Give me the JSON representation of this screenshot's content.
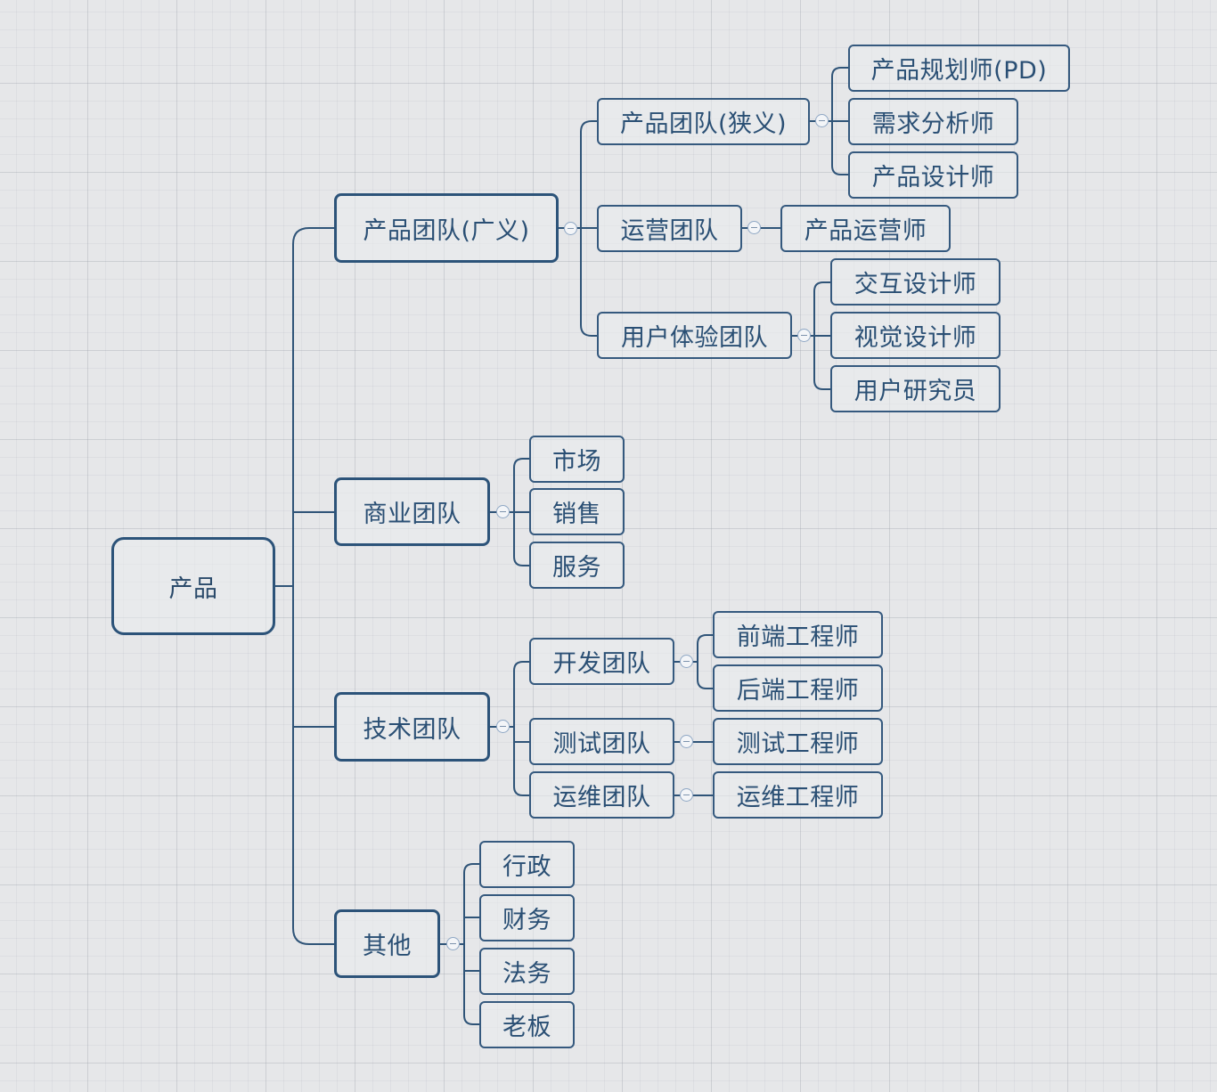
{
  "root": "产品",
  "branches": {
    "product_team": {
      "label": "产品团队(广义)",
      "narrow": {
        "label": "产品团队(狭义)",
        "children": [
          "产品规划师(PD)",
          "需求分析师",
          "产品设计师"
        ]
      },
      "ops": {
        "label": "运营团队",
        "children": [
          "产品运营师"
        ]
      },
      "ux": {
        "label": "用户体验团队",
        "children": [
          "交互设计师",
          "视觉设计师",
          "用户研究员"
        ]
      }
    },
    "business_team": {
      "label": "商业团队",
      "children": [
        "市场",
        "销售",
        "服务"
      ]
    },
    "tech_team": {
      "label": "技术团队",
      "dev": {
        "label": "开发团队",
        "children": [
          "前端工程师",
          "后端工程师"
        ]
      },
      "test": {
        "label": "测试团队",
        "children": [
          "测试工程师"
        ]
      },
      "ops": {
        "label": "运维团队",
        "children": [
          "运维工程师"
        ]
      }
    },
    "other": {
      "label": "其他",
      "children": [
        "行政",
        "财务",
        "法务",
        "老板"
      ]
    }
  },
  "colors": {
    "line": "#2f5478",
    "border": "#35597e",
    "text": "#2a4f74",
    "collapse": "#8fa7c4"
  }
}
